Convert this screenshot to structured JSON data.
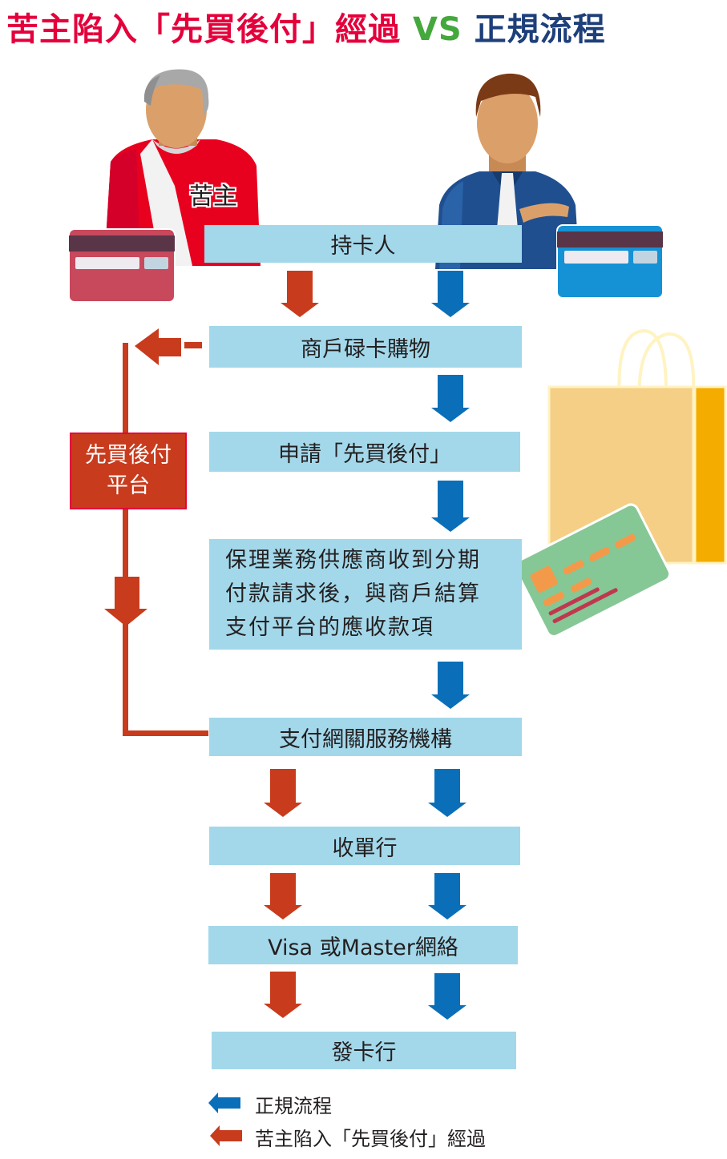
{
  "title": {
    "part_victim": "苦主陷入「先買後付」經過",
    "part_vs": "VS",
    "part_regular": "正規流程"
  },
  "colors": {
    "victim_red": "#c83b1c",
    "regular_blue": "#0a6fb8",
    "box_fill": "#a3d8ea",
    "title_red": "#e4003b",
    "title_green": "#44a83c",
    "title_navy": "#1d3f7a"
  },
  "figures": {
    "victim_label": "苦主",
    "victim_icon": "victim-person-icon",
    "regular_icon": "businessman-icon"
  },
  "flow": {
    "cardholder": "持卡人",
    "merchant": "商戶碌卡購物",
    "apply_bnpl": "申請「先買後付」",
    "factoring": [
      "保理業務供應商收到分期",
      "付款請求後，與商戶結算",
      "支付平台的應收款項"
    ],
    "gateway": "支付網關服務機構",
    "acquirer": "收單行",
    "network": "Visa 或Master網絡",
    "issuer": "發卡行"
  },
  "bnpl_platform": [
    "先買後付",
    "平台"
  ],
  "legend": {
    "regular": "正規流程",
    "victim": "苦主陷入「先買後付」經過"
  }
}
